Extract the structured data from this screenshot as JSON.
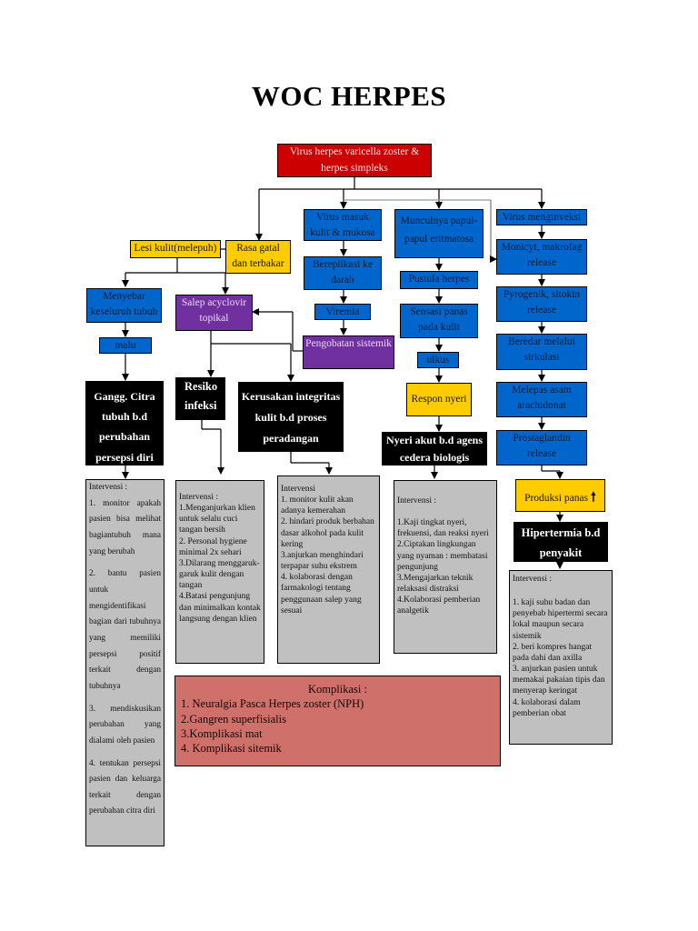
{
  "title": "WOC HERPES",
  "nodes": {
    "virus": "Virus herpes varicella zoster & herpes simpleks",
    "lesi": "Lesi kulit(melepuh)",
    "rasa_gatal": "Rasa gatal dan terbakar",
    "virus_masuk": "Virus masuk kulit & mukosa",
    "bereplikasi": "Bereplikasi ke darah",
    "viremia": "Viremia",
    "pengobatan": "Pengobatan sistemik",
    "papul": "Munculnya papul-papul eritmatosa",
    "pustula": "Pustula herpes",
    "sensasi": "Sensasi panas pada kulit",
    "ulkus": "ulkus",
    "respon_nyeri": "Respon nyeri",
    "virus_menginveksi": "Virus menginveksi",
    "monicyt": "Monicyt, makrofag release",
    "pyrogenik": "Pyrogenik, sitokin release",
    "beredar": "Beredar melalui sirkulasi",
    "melepas": "Melepas asam arachidonat",
    "prostaglandin": "Prostaglandin release",
    "produksi": "Produksi panas",
    "menyebar": "Menyebar keseluruh tubuh",
    "malu": "malu",
    "salep": "Salep acyclovir topikal"
  },
  "diagnoses": {
    "citra": "Gangg. Citra tubuh b.d perubahan persepsi diri",
    "resiko": "Resiko infeksi",
    "kerusakan": "Kerusakan integritas kulit b.d proses peradangan",
    "nyeri": "Nyeri akut b.d agens cedera biologis",
    "hipertermia": "Hipertermia b.d penyakit"
  },
  "interventions": {
    "citra": {
      "header": "Intervensi :",
      "items": [
        "1. monitor apakah pasien bisa melihat bagiantubuh mana yang berubah",
        "2. bantu pasien untuk mengidentifikasi bagian dari tubuhnya yang memiliki persepsi positif terkait dengan tubuhnya",
        "3. mendiskusikan perubahan yang dialami oleh pasien",
        "4. tentukan persepsi pasien dan keluarga terkait dengan perubahan citra diri"
      ]
    },
    "resiko": {
      "header": "Intervensi :",
      "items": [
        "1.Menganjurkan klien untuk selalu cuci tangan bersih",
        "2. Personal hygiene minimal 2x sehari",
        "3.Dilarang menggaruk-garuk kulit dengan tangan",
        "4.Batasi pengunjung dan minimalkan kontak langsung dengan klien"
      ]
    },
    "kerusakan": {
      "header": "Intervensi",
      "items": [
        "1. monitor kulit akan adanya kemerahan",
        "2. hindari produk berbahan dasar alkohol pada kulit kering",
        "3.anjurkan menghindari terpapar suhu ekstrem",
        "4. kolaborasi dengan farmakologi tentang penggunaan salep yang sesuai"
      ]
    },
    "nyeri": {
      "header": "Intervensi :",
      "items": [
        "1.Kaji tingkat nyeri, frekuensi, dan reaksi nyeri",
        "2.Ciptakan lingkungan yang nyaman : membatasi pengunjung",
        "3.Mengajarkan teknik relaksasi distraksi",
        "4.Kolaborasi pemberian analgetik"
      ]
    },
    "hipertermia": {
      "header": "Intervensi :",
      "items": [
        "1. kaji suhu badan dan penyebab hipertermi secara lokal maupun secara sistemik",
        "2. beri kompres hangat pada dahi dan axilla",
        "3. anjurkan pasien untuk memakai pakaian tipis dan menyerap keringat",
        "4. kolaborasi dalam pemberian obat"
      ]
    }
  },
  "komplikasi": {
    "header": "Komplikasi :",
    "items": [
      "1. Neuralgia Pasca Herpes zoster (NPH)",
      "2.Gangren superfisialis",
      "3.Komplikasi mat",
      "4. Komplikasi sitemik"
    ]
  },
  "colors": {
    "red": "#cc0000",
    "blue": "#0066cc",
    "yellow": "#ffcc00",
    "purple": "#7030a0",
    "black": "#000000",
    "grey": "#c0c0c0",
    "komplikasi": "#cf706a"
  },
  "icons": {
    "produksi_arrow": "arrow-up-icon"
  }
}
